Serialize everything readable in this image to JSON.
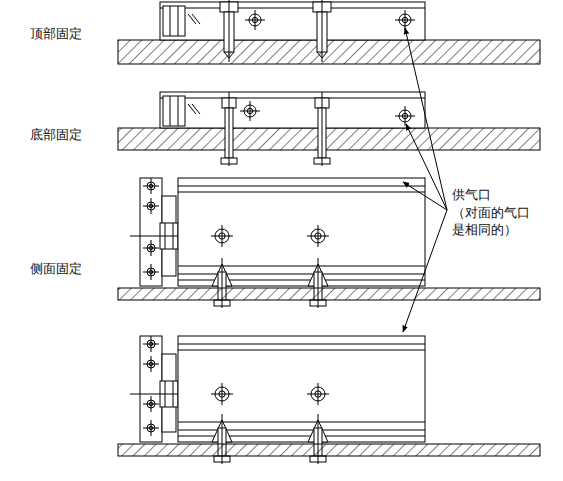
{
  "diagram": {
    "labels": [
      "顶部固定",
      "底部固定",
      "侧面固定",
      "供气口 （对面的气口 是相同的）"
    ]
  }
}
